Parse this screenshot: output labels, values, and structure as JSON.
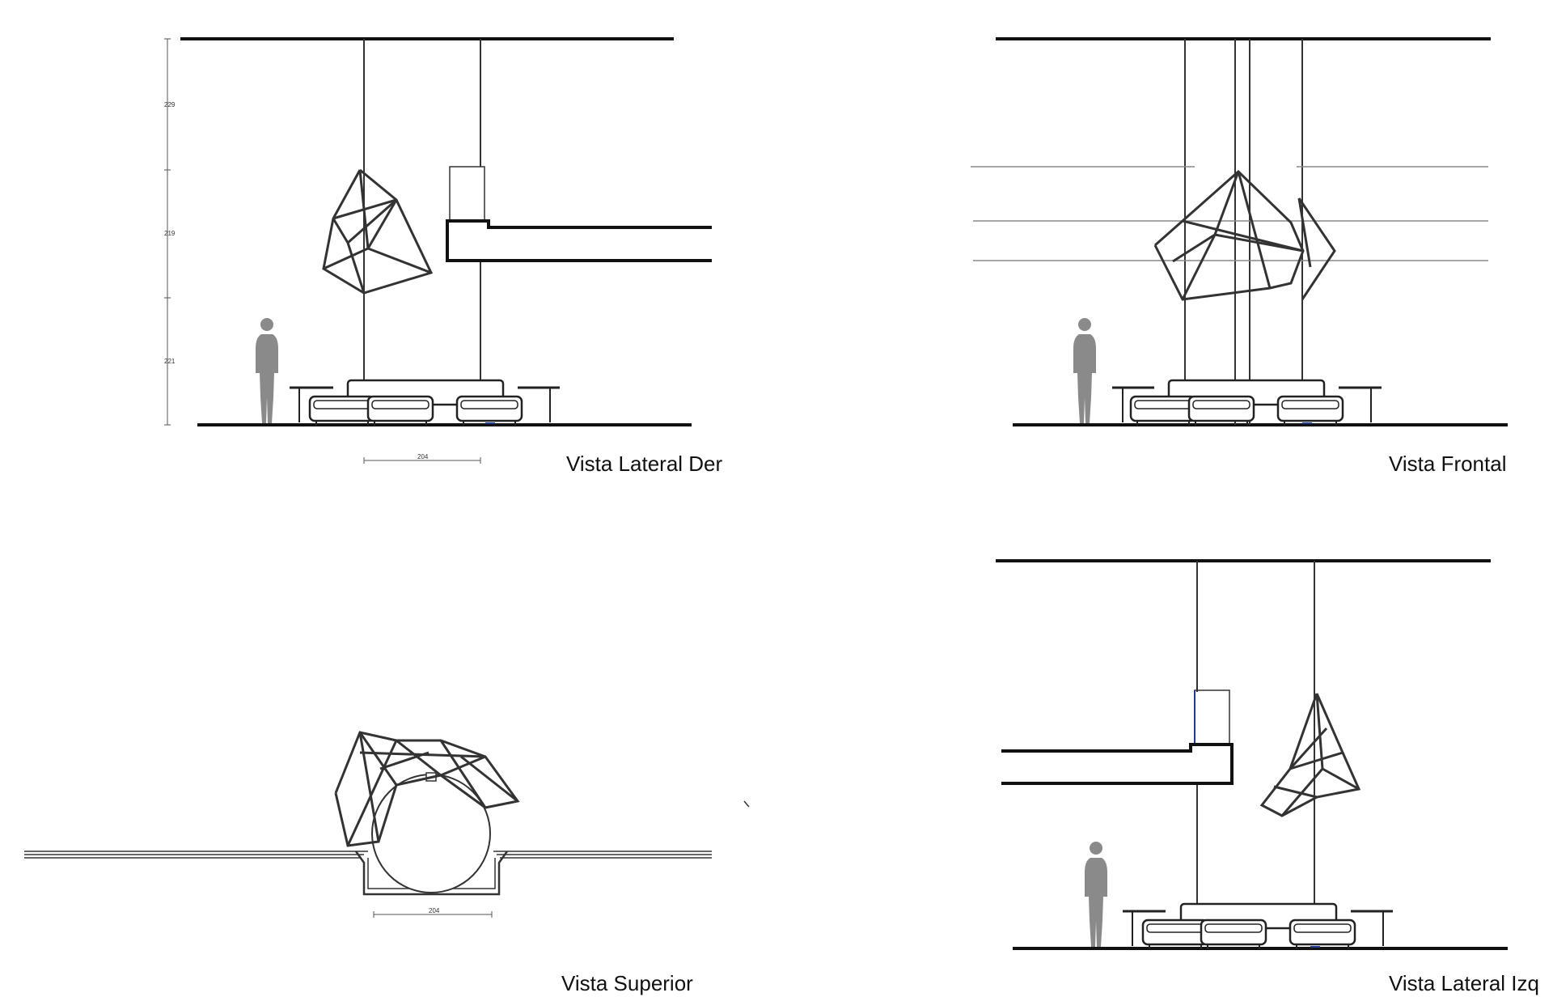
{
  "views": {
    "lateral_der": {
      "title": "Vista Lateral Der",
      "dims": {
        "top": "229",
        "middle": "219",
        "bottom": "221",
        "width": "204"
      }
    },
    "frontal": {
      "title": "Vista Frontal"
    },
    "superior": {
      "title": "Vista Superior",
      "dims": {
        "width": "204"
      }
    },
    "lateral_izq": {
      "title": "Vista Lateral Izq"
    }
  },
  "colors": {
    "line": "#111111",
    "thin_line": "#555555",
    "figure": "#8a8a8a",
    "accent": "#1f3a93"
  }
}
